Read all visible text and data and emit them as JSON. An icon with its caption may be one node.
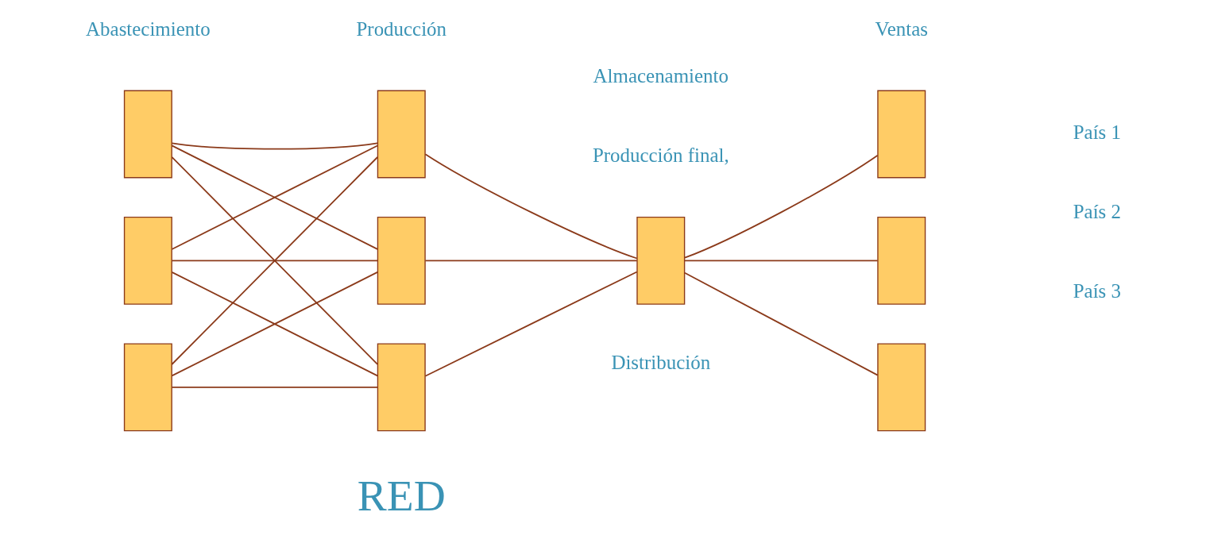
{
  "diagram": {
    "nodes": [
      {
        "text": [],
        "shape": "box"
      },
      {
        "text": [],
        "shape": "box"
      },
      {
        "text": [],
        "shape": "box"
      },
      {
        "text": [],
        "shape": "box"
      },
      {
        "text": [],
        "shape": "box"
      },
      {
        "text": [],
        "shape": "box"
      },
      {
        "text": [],
        "shape": "box"
      },
      {
        "text": [],
        "shape": "box"
      },
      {
        "text": [],
        "shape": "box"
      },
      {
        "text": [],
        "shape": "box"
      }
    ],
    "edges": [
      {
        "from": 0,
        "to": 3,
        "arrow": "none"
      },
      {
        "from": 0,
        "to": 4,
        "arrow": "none"
      },
      {
        "from": 0,
        "to": 5,
        "arrow": "none"
      },
      {
        "from": 1,
        "to": 3,
        "arrow": "none"
      },
      {
        "from": 1,
        "to": 4,
        "arrow": "none"
      },
      {
        "from": 1,
        "to": 5,
        "arrow": "none"
      },
      {
        "from": 2,
        "to": 3,
        "arrow": "none"
      },
      {
        "from": 2,
        "to": 4,
        "arrow": "none"
      },
      {
        "from": 2,
        "to": 5,
        "arrow": "none"
      },
      {
        "from": 3,
        "to": 6,
        "arrow": "none"
      },
      {
        "from": 4,
        "to": 6,
        "arrow": "none"
      },
      {
        "from": 5,
        "to": 6,
        "arrow": "none"
      },
      {
        "from": 6,
        "to": 7,
        "arrow": "none"
      },
      {
        "from": 6,
        "to": 8,
        "arrow": "none"
      },
      {
        "from": 6,
        "to": 9,
        "arrow": "none"
      }
    ],
    "labels": [
      "Abastecimiento",
      "Producción",
      "Almacenamiento",
      "Ventas",
      "País 1",
      "Producción final,",
      "País 2",
      "Distribución",
      "País 3",
      "RED"
    ]
  }
}
